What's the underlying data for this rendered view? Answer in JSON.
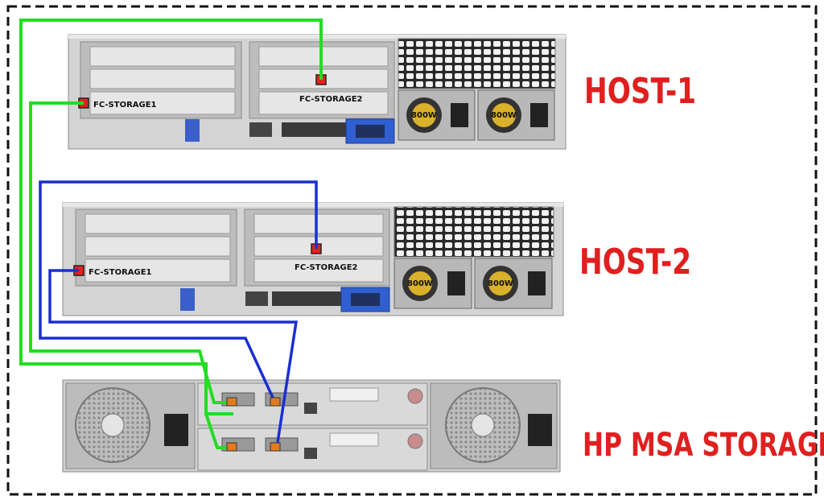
{
  "labels": {
    "host1": "HOST-1",
    "host2": "HOST-2",
    "storage": "HP MSA STORAGE"
  },
  "ports": {
    "host1_p1": "FC-STORAGE1",
    "host1_p2": "FC-STORAGE2",
    "host2_p1": "FC-STORAGE1",
    "host2_p2": "FC-STORAGE2",
    "psu_rating": "800W"
  },
  "colors": {
    "label_red": "#e01f1f",
    "cable_green": "#22dd22",
    "cable_blue": "#1a2fd0",
    "port_red": "#e8201c",
    "server_gray": "#c8c8c8",
    "vga_blue": "#2f5fd0"
  }
}
